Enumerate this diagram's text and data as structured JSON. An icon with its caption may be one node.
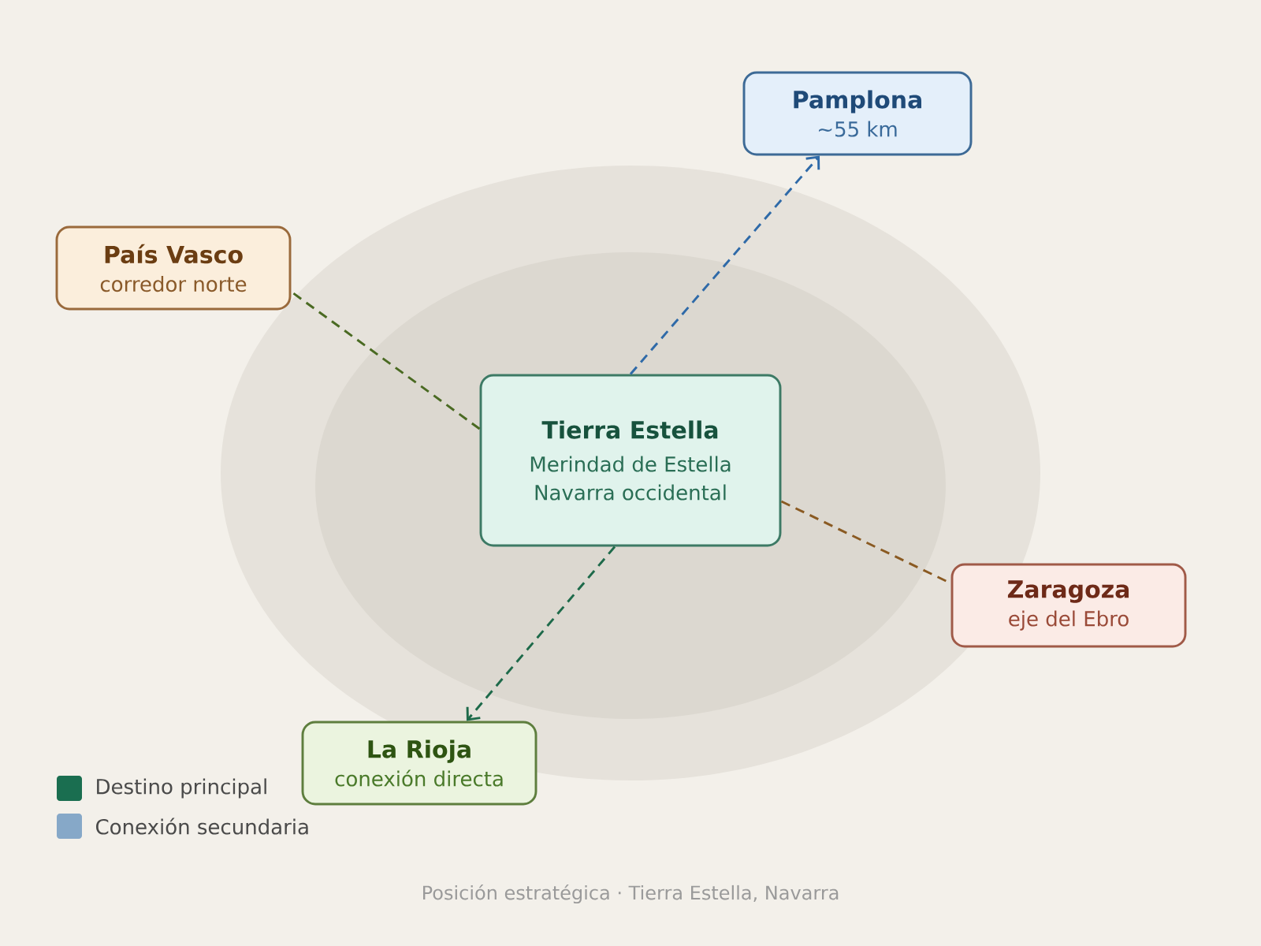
{
  "diagram": {
    "caption": "Posición estratégica · Tierra Estella, Navarra",
    "nodes": [
      {
        "text": [
          "Pamplona",
          "~55 km"
        ]
      },
      {
        "text": [
          "País Vasco",
          "corredor norte"
        ]
      },
      {
        "text": [
          "Tierra Estella",
          "Merindad de Estella",
          "Navarra occidental"
        ]
      },
      {
        "text": [
          "Zaragoza",
          "eje del Ebro"
        ]
      },
      {
        "text": [
          "La Rioja",
          "conexión directa"
        ]
      }
    ],
    "edges": [
      {
        "from": 2,
        "to": 0,
        "arrow": "to",
        "style": "dashed",
        "color": "#2f6aa8"
      },
      {
        "from": 2,
        "to": 1,
        "arrow": "none",
        "style": "dashed",
        "color": "#4a6a22"
      },
      {
        "from": 2,
        "to": 3,
        "arrow": "none",
        "style": "dashed",
        "color": "#8a5a22"
      },
      {
        "from": 2,
        "to": 4,
        "arrow": "to",
        "style": "dashed",
        "color": "#1e6a4a"
      }
    ],
    "legend": [
      {
        "text": "Destino principal",
        "color": "#1a6e50"
      },
      {
        "text": "Conexión secundaria",
        "color": "#86a8c8"
      }
    ]
  }
}
